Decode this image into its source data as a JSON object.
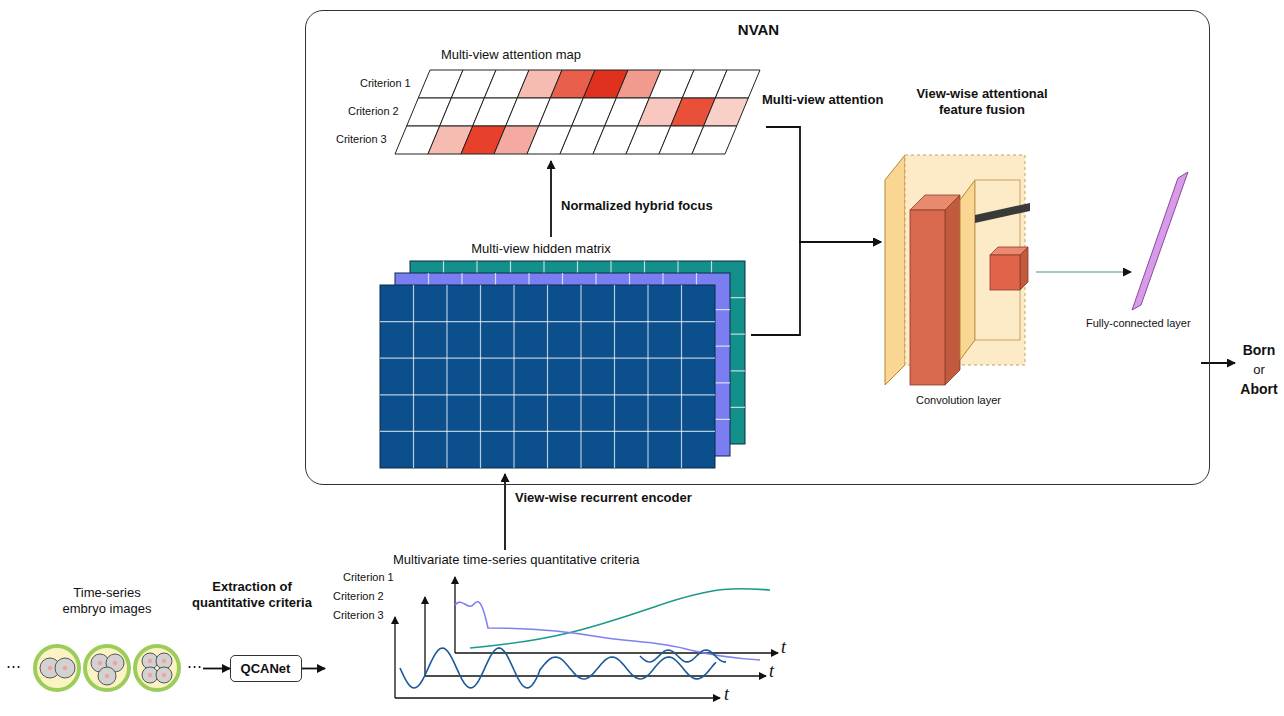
{
  "diagram": {
    "nodes": [
      {
        "text": [
          "NVAN"
        ]
      },
      {
        "text": [
          "Multi-view attention map"
        ],
        "in": 0
      },
      {
        "text": [
          "Multi-view hidden matrix"
        ],
        "in": 0
      },
      {
        "text": [
          "Convolution layer"
        ],
        "in": 0
      },
      {
        "text": [
          "Fully-connected layer"
        ],
        "in": 0
      },
      {
        "text": [
          "QCANet"
        ]
      },
      {
        "text": [
          "Multivariate time-series quantitative criteria"
        ]
      },
      {
        "text": [
          "Time-series embryo images"
        ]
      },
      {
        "text": [
          "Born",
          "or",
          "Abort"
        ]
      }
    ],
    "edges": [
      {
        "from": 7,
        "to": 5,
        "arrow": "to",
        "label": "Extraction of quantitative criteria"
      },
      {
        "from": 5,
        "to": 6,
        "arrow": "to"
      },
      {
        "from": 6,
        "to": 2,
        "arrow": "to",
        "label": "View-wise recurrent encoder"
      },
      {
        "from": 2,
        "to": 1,
        "arrow": "to",
        "label": "Normalized hybrid focus"
      },
      {
        "from": 1,
        "to": 3,
        "arrow": "to"
      },
      {
        "from": 2,
        "to": 3,
        "arrow": "to"
      },
      {
        "from": 3,
        "to": 4,
        "arrow": "to"
      },
      {
        "from": 4,
        "to": 8,
        "arrow": "to"
      }
    ],
    "labels": [
      "Criterion 1",
      "Criterion 2",
      "Criterion 3",
      "Multi-view attention",
      "View-wise attentional feature fusion",
      "Criterion 1",
      "Criterion 2",
      "Criterion 3",
      "t",
      "t",
      "t",
      "⋯",
      "⋯"
    ]
  }
}
